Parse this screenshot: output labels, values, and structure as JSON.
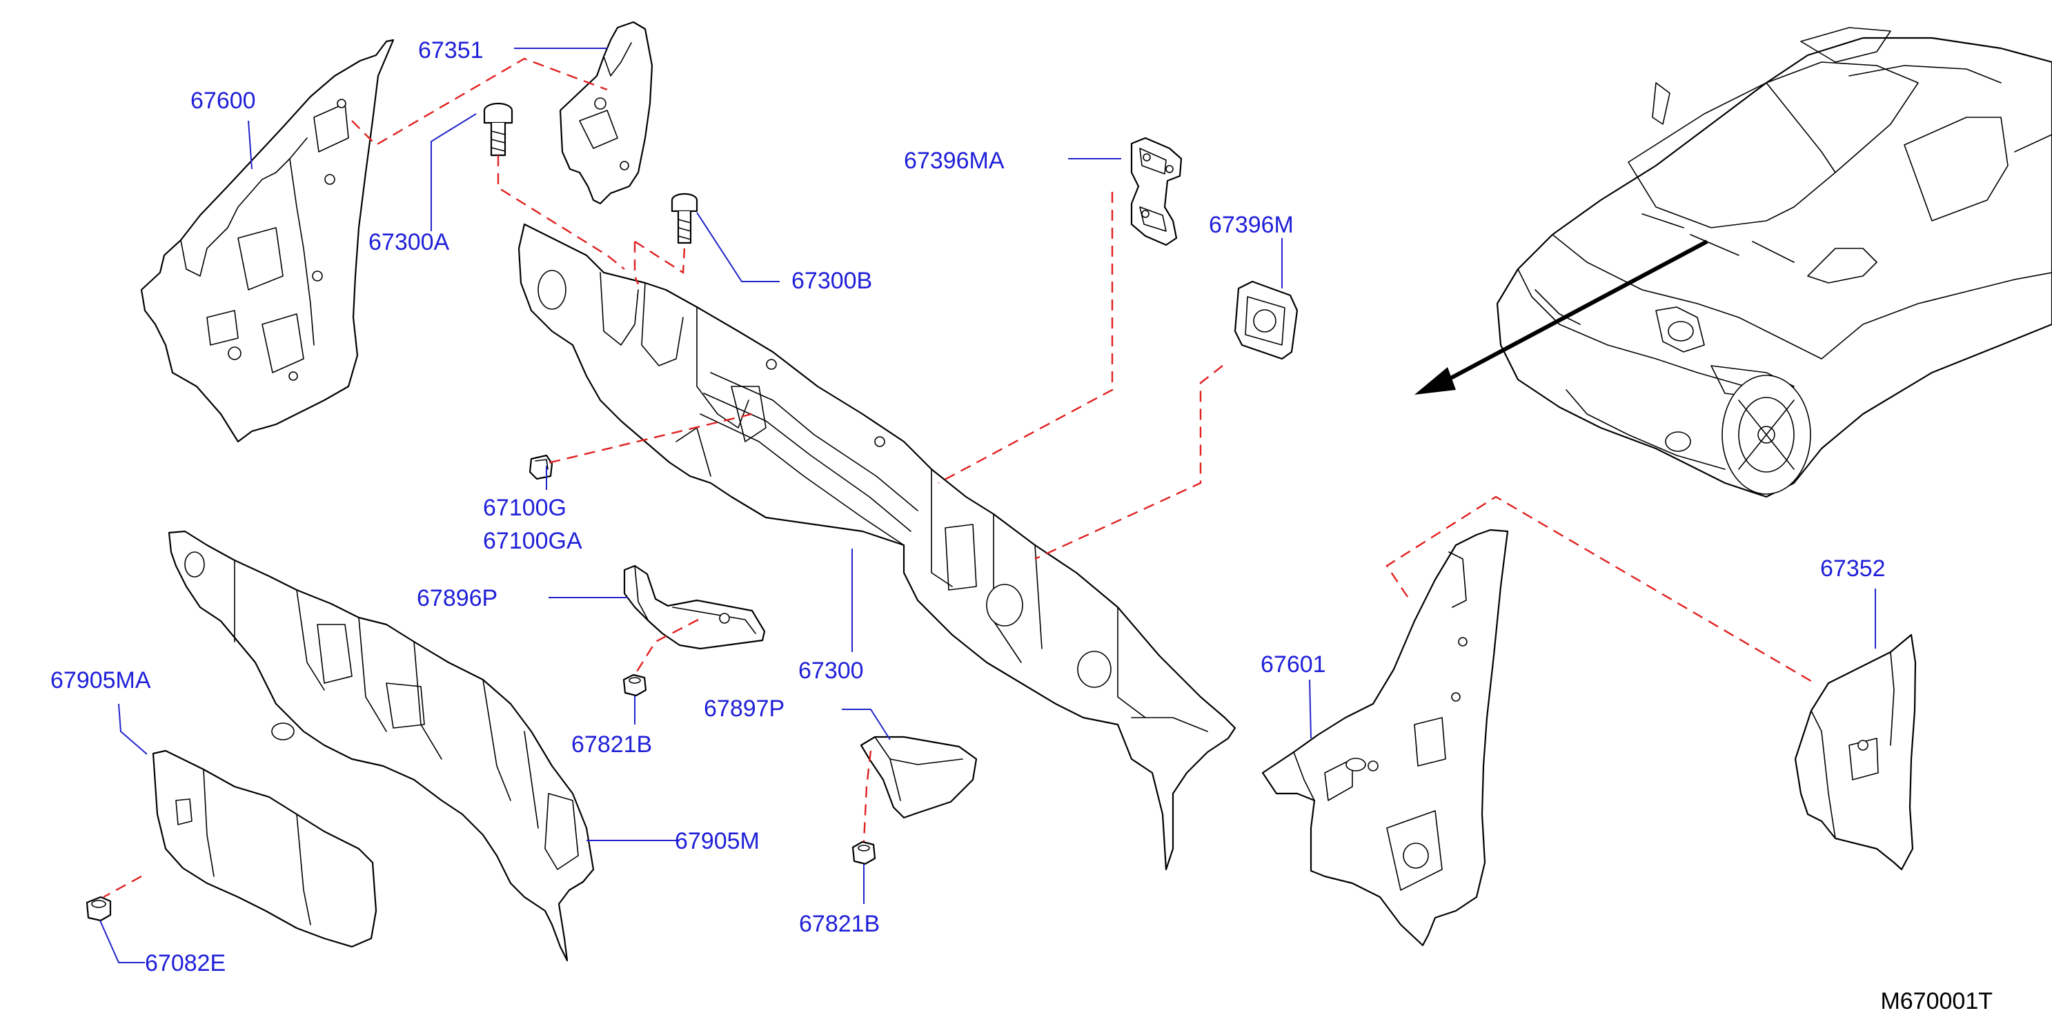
{
  "diagram": {
    "part_labels": {
      "p67351": "67351",
      "p67600": "67600",
      "p67300A": "67300A",
      "p67300B": "67300B",
      "p67396MA": "67396MA",
      "p67396M": "67396M",
      "p67100G": "67100G",
      "p67100GA": "67100GA",
      "p67896P": "67896P",
      "p67300": "67300",
      "p67905MA": "67905MA",
      "p67821B_a": "67821B",
      "p67897P": "67897P",
      "p67905M": "67905M",
      "p67821B_b": "67821B",
      "p67082E": "67082E",
      "p67601": "67601",
      "p67352": "67352"
    },
    "drawing_code": "M670001T",
    "colors": {
      "label_text": "#1f1fd8",
      "leader_line": "#2222cc",
      "hidden_line": "#e02020",
      "outline": "#000000"
    }
  }
}
